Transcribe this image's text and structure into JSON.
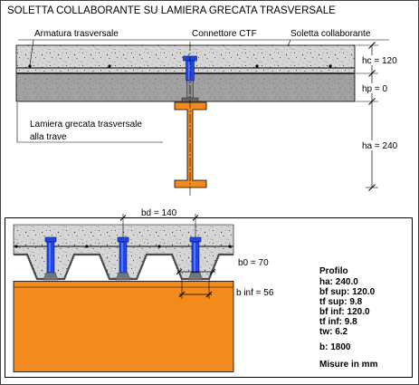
{
  "title": "SOLETTA COLLABORANTE SU LAMIERA GRECATA TRASVERSALE",
  "cross_section": {
    "labels": {
      "rebar": "Armatura trasversale",
      "connector": "Connettore CTF",
      "slab": "Soletta collaborante",
      "deck_line1": "Lamiera grecata trasversale",
      "deck_line2": "alla trave"
    },
    "dimensions": {
      "hc": "hc = 120",
      "hp": "hp = 0",
      "ha": "ha = 240"
    }
  },
  "deck_detail": {
    "dimensions": {
      "bd": "bd = 140",
      "b0": "b0 = 70",
      "b_inf": "b inf = 56"
    }
  },
  "profile": {
    "heading": "Profilo",
    "specs": [
      "ha: 240.0",
      "bf sup: 120.0",
      "tf sup: 9.8",
      "bf inf: 120.0",
      "tf inf: 9.8",
      "tw: 6.2"
    ],
    "width": "b: 1800",
    "units_note": "Misure in mm"
  },
  "colors": {
    "steel": "#f28a1e",
    "connector": "#2046e6",
    "concrete": "#d6d6d6",
    "deck_band": "#a2a2a2",
    "deck_line": "#4a4a4a"
  }
}
